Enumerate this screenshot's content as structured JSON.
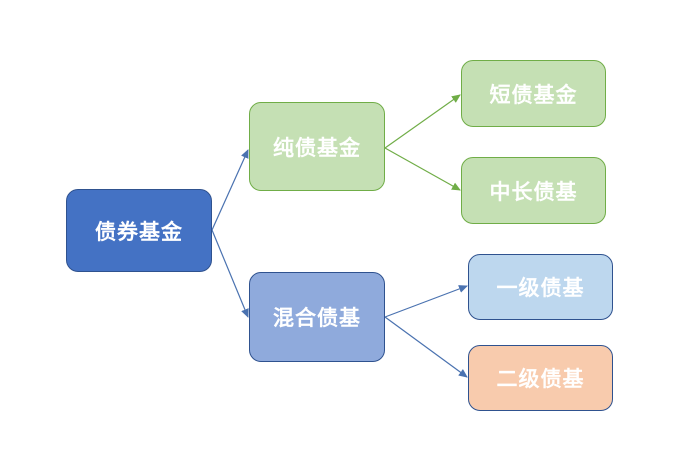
{
  "diagram": {
    "root": {
      "label": "债券基金"
    },
    "branches": [
      {
        "label": "纯债基金",
        "children": [
          {
            "label": "短债基金"
          },
          {
            "label": "中长债基"
          }
        ]
      },
      {
        "label": "混合债基",
        "children": [
          {
            "label": "一级债基"
          },
          {
            "label": "二级债基"
          }
        ]
      }
    ]
  },
  "colors": {
    "root_fill": "#4472c4",
    "root_border": "#2f528f",
    "pure_fill": "#c5e0b4",
    "pure_border": "#70ad47",
    "mixed_fill": "#8faadc",
    "level1_fill": "#bdd7ee",
    "level2_fill": "#f8cbad",
    "blue_connector": "#4a72b0",
    "green_connector": "#70ad47"
  }
}
